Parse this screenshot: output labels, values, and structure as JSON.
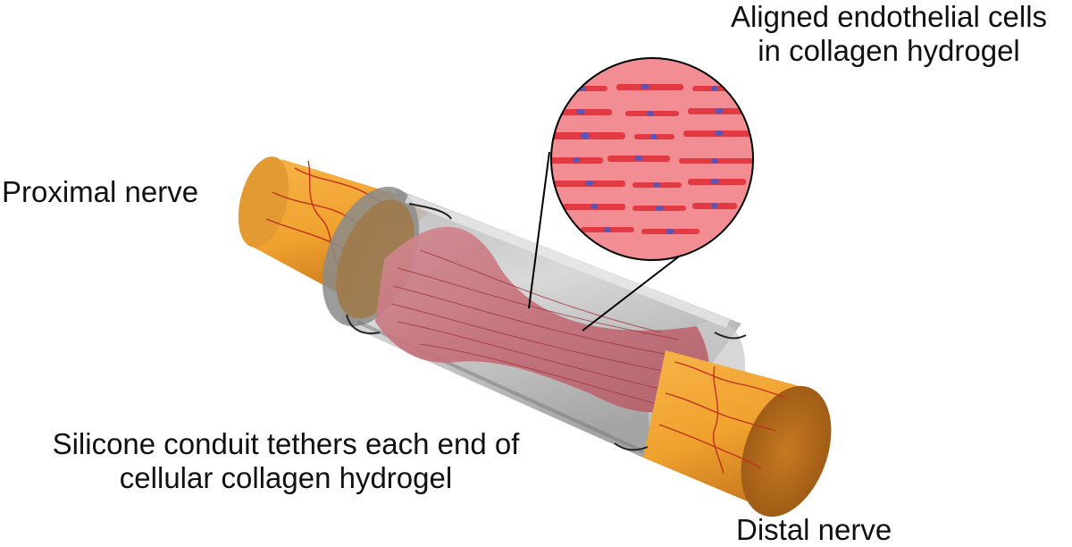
{
  "labels": {
    "top_line1": "Aligned endothelial cells",
    "top_line2": "in collagen hydrogel",
    "proximal": "Proximal nerve",
    "silicone_line1": "Silicone conduit tethers each end of",
    "silicone_line2": "cellular collagen hydrogel",
    "distal": "Distal nerve"
  },
  "colors": {
    "nerve": "#f0a22e",
    "nerve_dark": "#b2691b",
    "nerve_fiber": "#c0321c",
    "conduit": "#a9a9a9",
    "hydrogel": "#c97880",
    "inset_background": "#f28e93",
    "cell_body": "#e23a42",
    "nucleus": "#5b55b8",
    "line": "#000000"
  }
}
